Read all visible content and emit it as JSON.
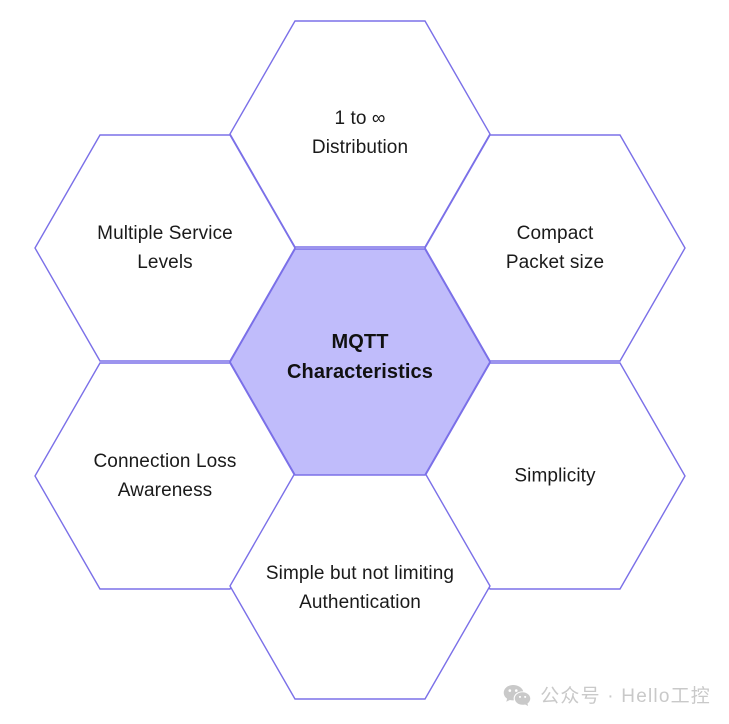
{
  "diagram": {
    "type": "hexagon-cluster",
    "title": "MQTT Characteristics",
    "center": {
      "id": "center",
      "label": "MQTT\nCharacteristics",
      "fill": "#c0bcfb",
      "stroke": "#7b70e8"
    },
    "nodes": [
      {
        "id": "top",
        "position": "top",
        "label": "1 to ∞\nDistribution",
        "fill": "#ffffff",
        "stroke": "#7b70e8"
      },
      {
        "id": "top-left",
        "position": "top-left",
        "label": "Multiple Service\nLevels",
        "fill": "#ffffff",
        "stroke": "#7b70e8"
      },
      {
        "id": "top-right",
        "position": "top-right",
        "label": "Compact\nPacket size",
        "fill": "#ffffff",
        "stroke": "#7b70e8"
      },
      {
        "id": "bottom-left",
        "position": "bottom-left",
        "label": "Connection Loss\nAwareness",
        "fill": "#ffffff",
        "stroke": "#7b70e8"
      },
      {
        "id": "bottom-right",
        "position": "bottom-right",
        "label": "Simplicity",
        "fill": "#ffffff",
        "stroke": "#7b70e8"
      },
      {
        "id": "bottom",
        "position": "bottom",
        "label": "Simple but not limiting\nAuthentication",
        "fill": "#ffffff",
        "stroke": "#7b70e8"
      }
    ]
  },
  "watermark": {
    "icon": "wechat-icon",
    "text": "公众号 · Hello工控",
    "color": "#c9c9c9"
  },
  "canvas": {
    "background": "#ffffff",
    "width": "729",
    "height": "724"
  }
}
